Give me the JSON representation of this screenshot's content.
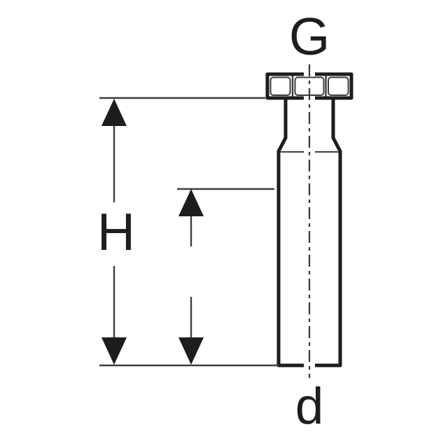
{
  "diagram": {
    "title": "threaded-pipe-dimension-drawing",
    "labels": {
      "thread": "G",
      "height": "H",
      "diameter": "d"
    },
    "colors": {
      "line": "#1d1d1b",
      "thin_line": "#3d3d3d",
      "background": "#ffffff"
    }
  }
}
